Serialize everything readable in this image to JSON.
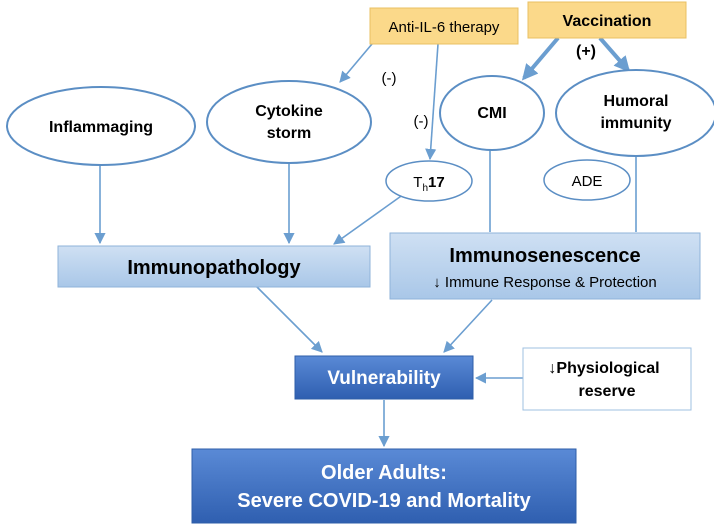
{
  "nodes": {
    "anti_il6": "Anti-IL-6 therapy",
    "vaccination": "Vaccination",
    "plus": "(+)",
    "minus_1": "(-)",
    "minus_2": "(-)",
    "inflammaging": "Inflammaging",
    "cytokine_line1": "Cytokine",
    "cytokine_line2": "storm",
    "cmi": "CMI",
    "humoral_line1": "Humoral",
    "humoral_line2": "immunity",
    "th17_base": "T",
    "th17_sub": "h",
    "th17_num": "17",
    "ade": "ADE",
    "immunopathology": "Immunopathology",
    "immunosenescence": "Immunosenescence",
    "immune_response": "↓ Immune Response & Protection",
    "vulnerability": "Vulnerability",
    "physio_line1": "↓Physiological",
    "physio_line2": "reserve",
    "older_line1": "Older Adults:",
    "older_line2": "Severe COVID-19 and Mortality"
  },
  "colors": {
    "therapy_fill": "#fbd98a",
    "therapy_border": "#e8c063",
    "ellipse_stroke": "#5b8ec4",
    "light_box_fill": "#b7d1ec",
    "light_box_border": "#8fb3da",
    "dark_box_fill": "#3f72c4",
    "dark_box_border": "#2e5ea8",
    "arrow": "#6b9ed0"
  }
}
